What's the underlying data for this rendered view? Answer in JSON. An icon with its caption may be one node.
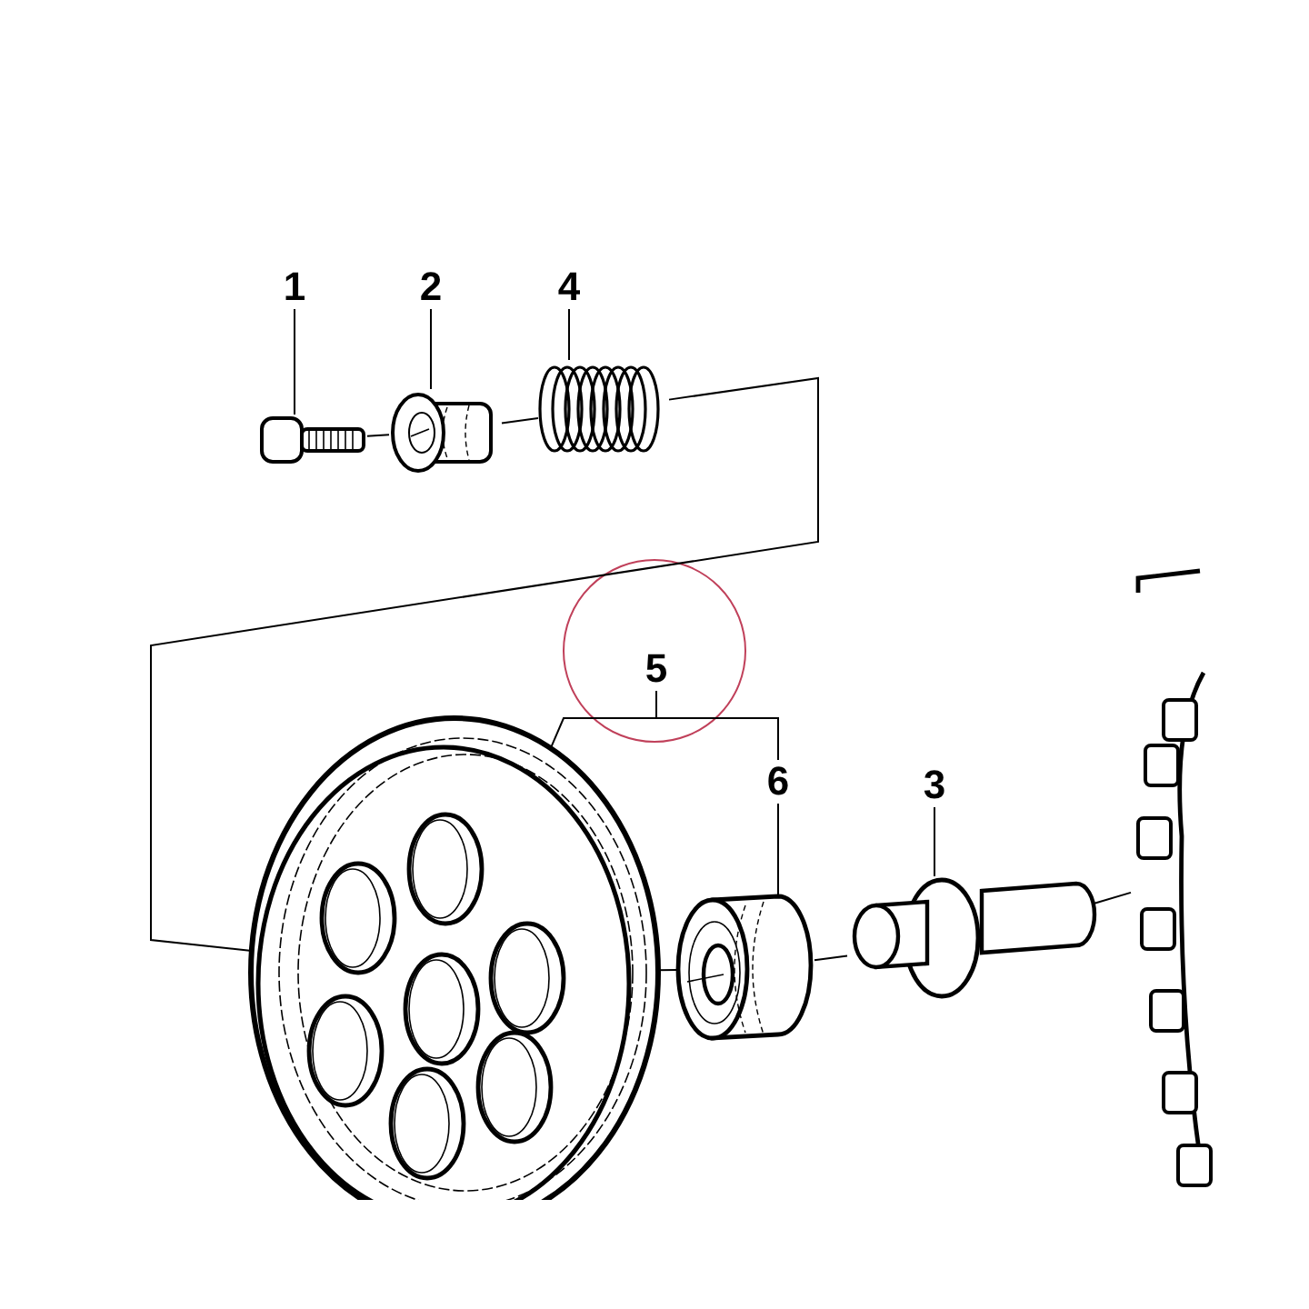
{
  "diagram": {
    "nodes": [
      {
        "text": [
          "1"
        ]
      },
      {
        "text": [
          "2"
        ]
      },
      {
        "text": [
          "4"
        ]
      },
      {
        "text": [
          "5"
        ]
      },
      {
        "text": [
          "6"
        ]
      },
      {
        "text": [
          "3"
        ]
      },
      {
        "text": [],
        "shape": "picture"
      },
      {
        "text": [],
        "shape": "picture"
      },
      {
        "text": [],
        "shape": "picture"
      },
      {
        "text": [],
        "shape": "picture"
      },
      {
        "text": [],
        "shape": "picture"
      },
      {
        "text": [],
        "shape": "picture"
      },
      {
        "text": [],
        "shape": "picture"
      }
    ],
    "edges": [
      {
        "from": 0,
        "to": 6,
        "arrow": "none"
      },
      {
        "from": 1,
        "to": 7,
        "arrow": "none"
      },
      {
        "from": 2,
        "to": 8,
        "arrow": "none"
      },
      {
        "from": 3,
        "to": 9,
        "arrow": "none"
      },
      {
        "from": 3,
        "to": 4,
        "arrow": "none"
      },
      {
        "from": 4,
        "to": 10,
        "arrow": "none"
      },
      {
        "from": 5,
        "to": 11,
        "arrow": "none"
      },
      {
        "from": 6,
        "to": 7,
        "arrow": "none"
      },
      {
        "from": 7,
        "to": 8,
        "arrow": "none"
      },
      {
        "from": 8,
        "to": 9,
        "arrow": "none"
      },
      {
        "from": 9,
        "to": 10,
        "arrow": "none"
      },
      {
        "from": 10,
        "to": 11,
        "arrow": "none"
      },
      {
        "from": 11,
        "to": 12,
        "arrow": "none"
      }
    ]
  }
}
